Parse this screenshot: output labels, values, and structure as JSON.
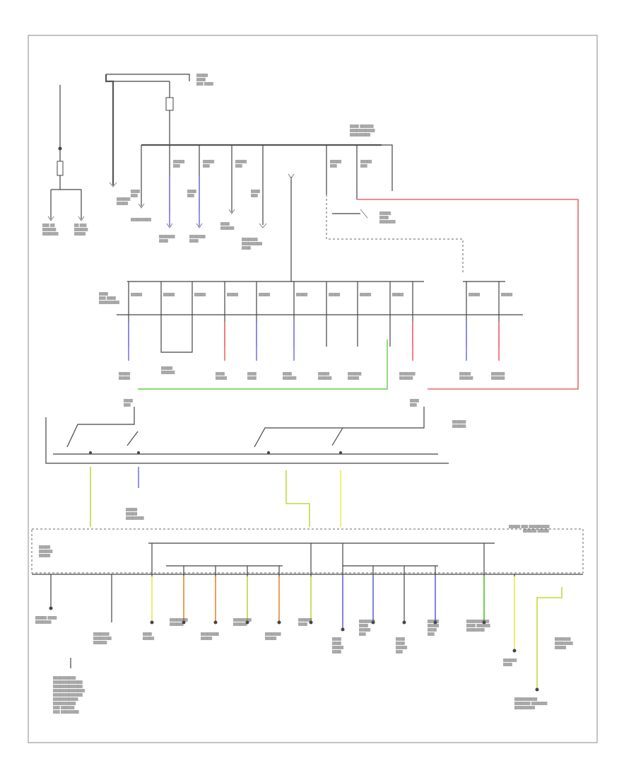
{
  "diagram": {
    "corner_label": "",
    "colors": {
      "blue": "#7777ee",
      "red": "#ee6666",
      "green": "#66cc44",
      "yellow_green": "#ccdd55",
      "orange": "#ee9944",
      "yellow": "#eeee66",
      "wire": "#444444"
    },
    "wire_colors_bottom_row": [
      "none",
      "none",
      "yellow",
      "orange",
      "orange",
      "yellow_green",
      "orange",
      "yellow_green",
      "blue",
      "blue",
      "none",
      "blue",
      "green",
      "yellow"
    ],
    "wire_colors_mid_row": [
      "blue",
      "none",
      "none",
      "red",
      "blue",
      "blue",
      "none",
      "none",
      "none",
      "red",
      "blue",
      "red"
    ]
  }
}
